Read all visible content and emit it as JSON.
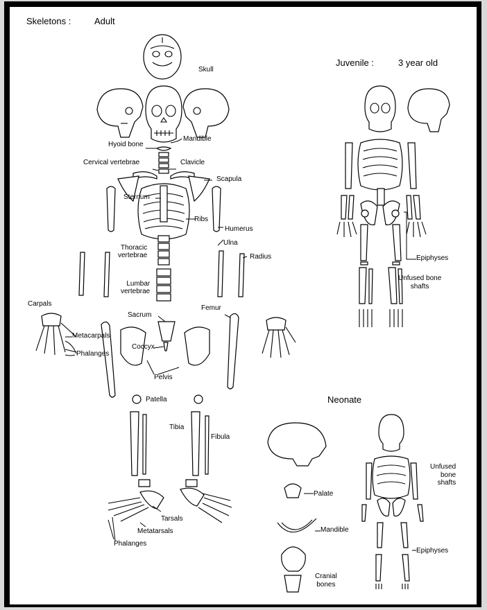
{
  "adult": {
    "title": "Skeletons :",
    "subtitle": "Adult",
    "labels": {
      "skull": "Skull",
      "mandible": "Mandible",
      "hyoid": "Hyoid bone",
      "cervical": "Cervical vertebrae",
      "clavicle": "Clavicle",
      "scapula": "Scapula",
      "sternum": "Sternum",
      "ribs": "Ribs",
      "humerus": "Humerus",
      "thoracic": "Thoracic\nvertebrae",
      "ulna": "Ulna",
      "radius": "Radius",
      "lumbar": "Lumbar\nvertebrae",
      "carpals": "Carpals",
      "metacarpals": "Metacarpals",
      "phalanges_hand": "Phalanges",
      "sacrum": "Sacrum",
      "coccyx": "Coccyx",
      "pelvis": "Pelvis",
      "femur": "Femur",
      "patella": "Patella",
      "tibia": "Tibia",
      "fibula": "Fibula",
      "tarsals": "Tarsals",
      "metatarsals": "Metatarsals",
      "phalanges_foot": "Phalanges"
    }
  },
  "juvenile": {
    "title": "Juvenile :",
    "age": "3 year old",
    "labels": {
      "epiphyses": "Epiphyses",
      "unfused": "Unfused bone\nshafts"
    }
  },
  "neonate": {
    "title": "Neonate",
    "labels": {
      "palate": "Palate",
      "mandible": "Mandible",
      "cranial": "Cranial\nbones",
      "unfused": "Unfused\nbone\nshafts",
      "epiphyses": "Epiphyses"
    }
  }
}
